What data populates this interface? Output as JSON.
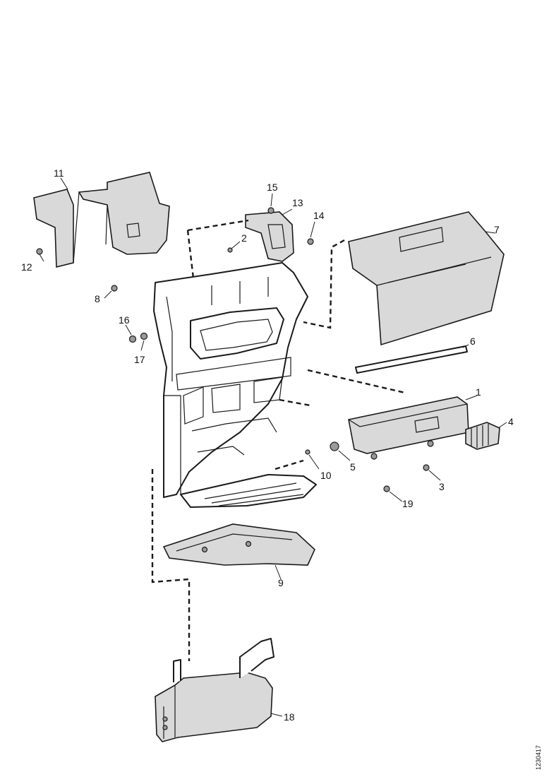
{
  "diagram": {
    "reference_code": "1230417",
    "callouts": [
      "1",
      "2",
      "3",
      "4",
      "5",
      "6",
      "7",
      "8",
      "9",
      "10",
      "11",
      "12",
      "13",
      "14",
      "15",
      "16",
      "17",
      "18",
      "19"
    ]
  }
}
